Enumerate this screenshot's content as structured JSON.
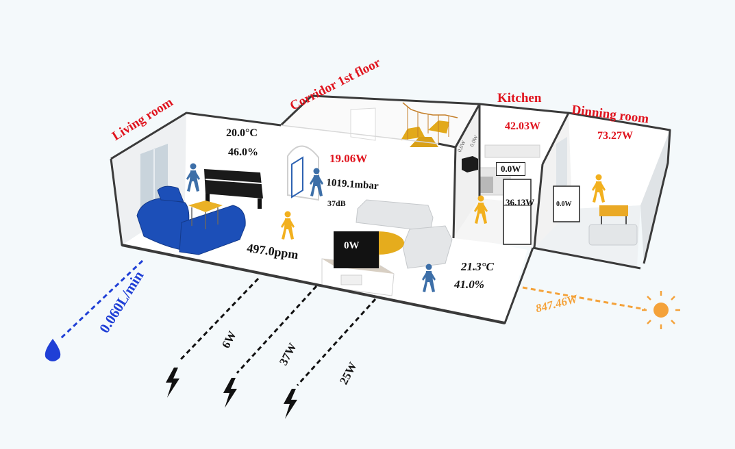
{
  "rooms": {
    "living_room": "Living room",
    "corridor": "Corridor 1st floor",
    "kitchen": "Kitchen",
    "dinning_room": "Dinning room"
  },
  "readings": {
    "living_temp": "20.0°C",
    "living_humidity": "46.0%",
    "corridor_power": "19.06W",
    "pressure": "1019.1mbar",
    "noise": "37dB",
    "co2": "497.0ppm",
    "tv_power": "0W",
    "front_temp": "21.3°C",
    "front_humidity": "41.0%",
    "kitchen_power": "42.03W",
    "kitchen_appliance_power": "0.0W",
    "fridge_power": "36.13W",
    "kitchen_wall_plug_1": "0.0W",
    "kitchen_wall_plug_2": "0.0W",
    "dinning_power": "73.27W",
    "dinning_appliance_power": "0.0W"
  },
  "flows": {
    "water": "0.060L/min",
    "solar": "847.46W",
    "circuit_1": "6W",
    "circuit_2": "37W",
    "circuit_3": "25W"
  },
  "colors": {
    "title_red": "#e0141e",
    "water_blue": "#1f3fd6",
    "solar_orange": "#f4a23a",
    "person_blue": "#3d6fa8",
    "person_yellow": "#f2b01e",
    "sofa_blue": "#1c4fb8"
  },
  "icons": [
    "water-drop-icon",
    "sun-icon",
    "lightning-icon",
    "person-icon"
  ]
}
